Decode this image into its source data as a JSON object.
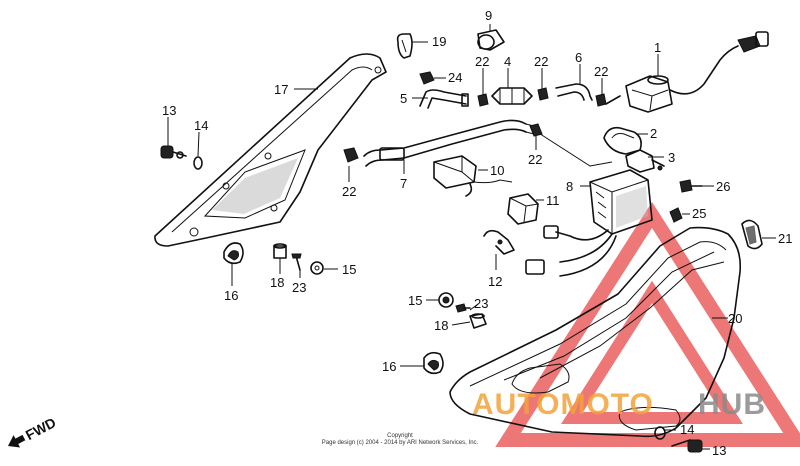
{
  "callouts": {
    "c1": "1",
    "c2": "2",
    "c3": "3",
    "c4": "4",
    "c5": "5",
    "c6": "6",
    "c7": "7",
    "c8": "8",
    "c9": "9",
    "c10": "10",
    "c11": "11",
    "c12": "12",
    "c13a": "13",
    "c13b": "13",
    "c14a": "14",
    "c14b": "14",
    "c15a": "15",
    "c15b": "15",
    "c16a": "16",
    "c16b": "16",
    "c17": "17",
    "c18a": "18",
    "c18b": "18",
    "c19": "19",
    "c20": "20",
    "c21": "21",
    "c22a": "22",
    "c22b": "22",
    "c22c": "22",
    "c22d": "22",
    "c22e": "22",
    "c23a": "23",
    "c23b": "23",
    "c24": "24",
    "c25": "25",
    "c26": "26"
  },
  "direction_label": "FWD",
  "copyright": {
    "line1": "Copyright",
    "line2": "Page design (c) 2004 - 2014 by ARI Network Services, Inc."
  },
  "watermark": {
    "text_orange": "AUTOMOTO",
    "text_gray": "HUB",
    "color_orange": "#f2a33a",
    "color_gray": "#8a8a8a",
    "color_red": "#e84a4a"
  }
}
